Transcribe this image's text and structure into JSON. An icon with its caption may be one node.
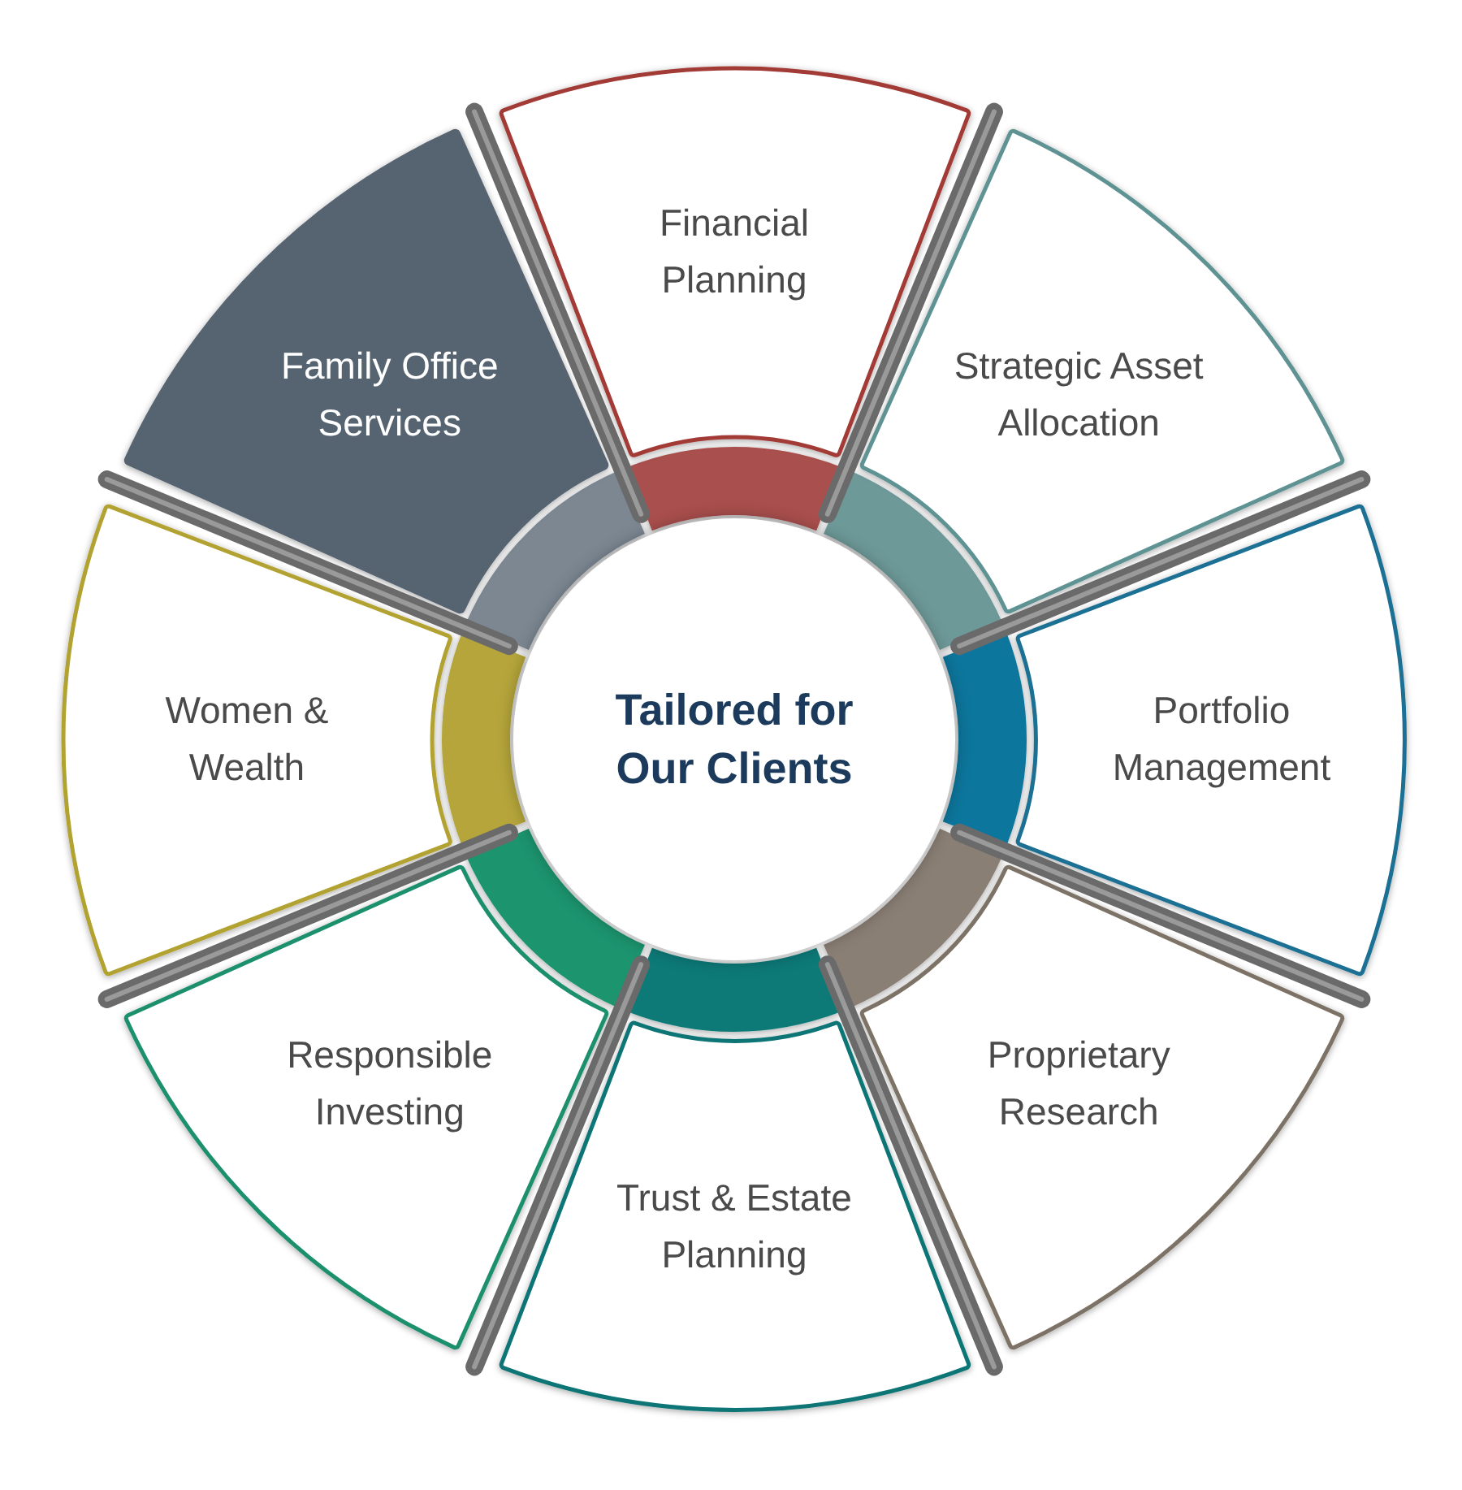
{
  "diagram": {
    "nodes": [
      {
        "text": [
          "Tailored for Our Clients"
        ]
      },
      {
        "text": [
          "Financial Planning"
        ]
      },
      {
        "text": [
          "Strategic Asset Allocation"
        ]
      },
      {
        "text": [
          "Portfolio Management"
        ]
      },
      {
        "text": [
          "Proprietary Research"
        ]
      },
      {
        "text": [
          "Trust & Estate Planning"
        ]
      },
      {
        "text": [
          "Responsible Investing"
        ]
      },
      {
        "text": [
          "Women & Wealth"
        ]
      },
      {
        "text": [
          "Family Office Services"
        ]
      }
    ]
  }
}
